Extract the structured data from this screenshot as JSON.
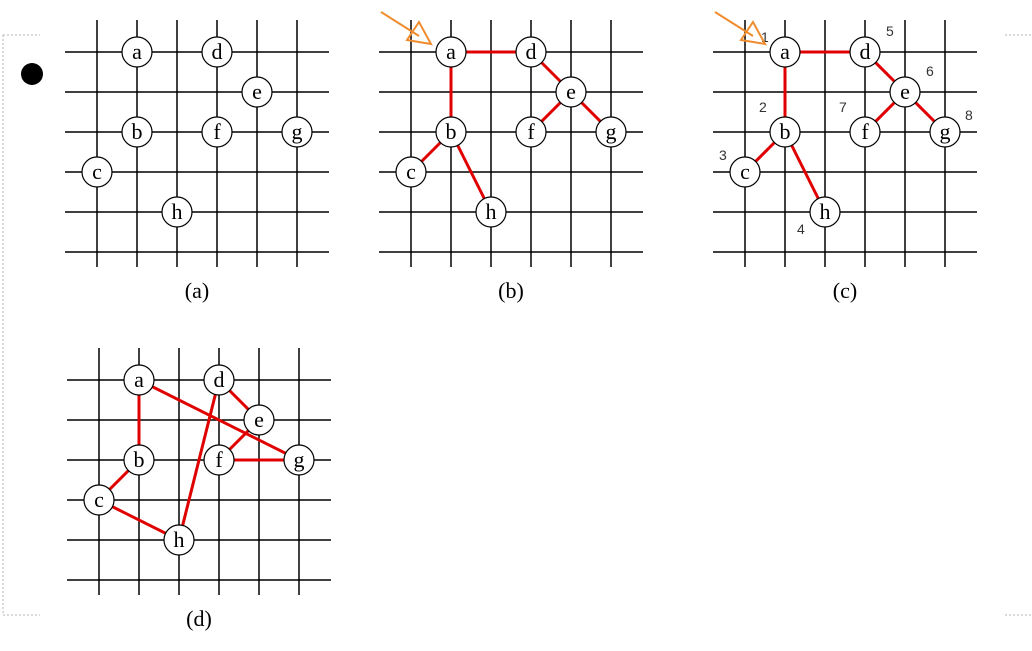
{
  "colors": {
    "grid": "#000000",
    "tree_edge": "#e00000",
    "vertex_fill": "#ffffff",
    "arrow": "#f08c2e",
    "frame": "#b5b5b5",
    "order_number": "#333333"
  },
  "bullet_icon": "filled-circle-bullet",
  "panels": [
    {
      "id": "a",
      "caption": "(a)",
      "vertices": [
        "a",
        "d",
        "e",
        "b",
        "f",
        "g",
        "c",
        "h"
      ],
      "edges": [],
      "start_arrow": false,
      "visit_order": []
    },
    {
      "id": "b",
      "caption": "(b)",
      "vertices": [
        "a",
        "d",
        "e",
        "b",
        "f",
        "g",
        "c",
        "h"
      ],
      "edges": [
        [
          "a",
          "d"
        ],
        [
          "a",
          "b"
        ],
        [
          "d",
          "e"
        ],
        [
          "e",
          "f"
        ],
        [
          "e",
          "g"
        ],
        [
          "b",
          "c"
        ],
        [
          "b",
          "h"
        ]
      ],
      "start_arrow": true,
      "visit_order": []
    },
    {
      "id": "c",
      "caption": "(c)",
      "vertices": [
        "a",
        "d",
        "e",
        "b",
        "f",
        "g",
        "c",
        "h"
      ],
      "edges": [
        [
          "a",
          "d"
        ],
        [
          "a",
          "b"
        ],
        [
          "d",
          "e"
        ],
        [
          "e",
          "f"
        ],
        [
          "e",
          "g"
        ],
        [
          "b",
          "c"
        ],
        [
          "b",
          "h"
        ]
      ],
      "start_arrow": true,
      "visit_order": [
        {
          "vertex": "a",
          "num": "1"
        },
        {
          "vertex": "b",
          "num": "2"
        },
        {
          "vertex": "c",
          "num": "3"
        },
        {
          "vertex": "h",
          "num": "4"
        },
        {
          "vertex": "d",
          "num": "5"
        },
        {
          "vertex": "e",
          "num": "6"
        },
        {
          "vertex": "f",
          "num": "7"
        },
        {
          "vertex": "g",
          "num": "8"
        }
      ]
    },
    {
      "id": "d",
      "caption": "(d)",
      "vertices": [
        "a",
        "d",
        "e",
        "b",
        "f",
        "g",
        "c",
        "h"
      ],
      "edges": [
        [
          "a",
          "b"
        ],
        [
          "b",
          "c"
        ],
        [
          "c",
          "h"
        ],
        [
          "h",
          "d"
        ],
        [
          "d",
          "e"
        ],
        [
          "e",
          "f"
        ],
        [
          "f",
          "g"
        ],
        [
          "g",
          "a"
        ]
      ],
      "start_arrow": false,
      "visit_order": []
    }
  ]
}
